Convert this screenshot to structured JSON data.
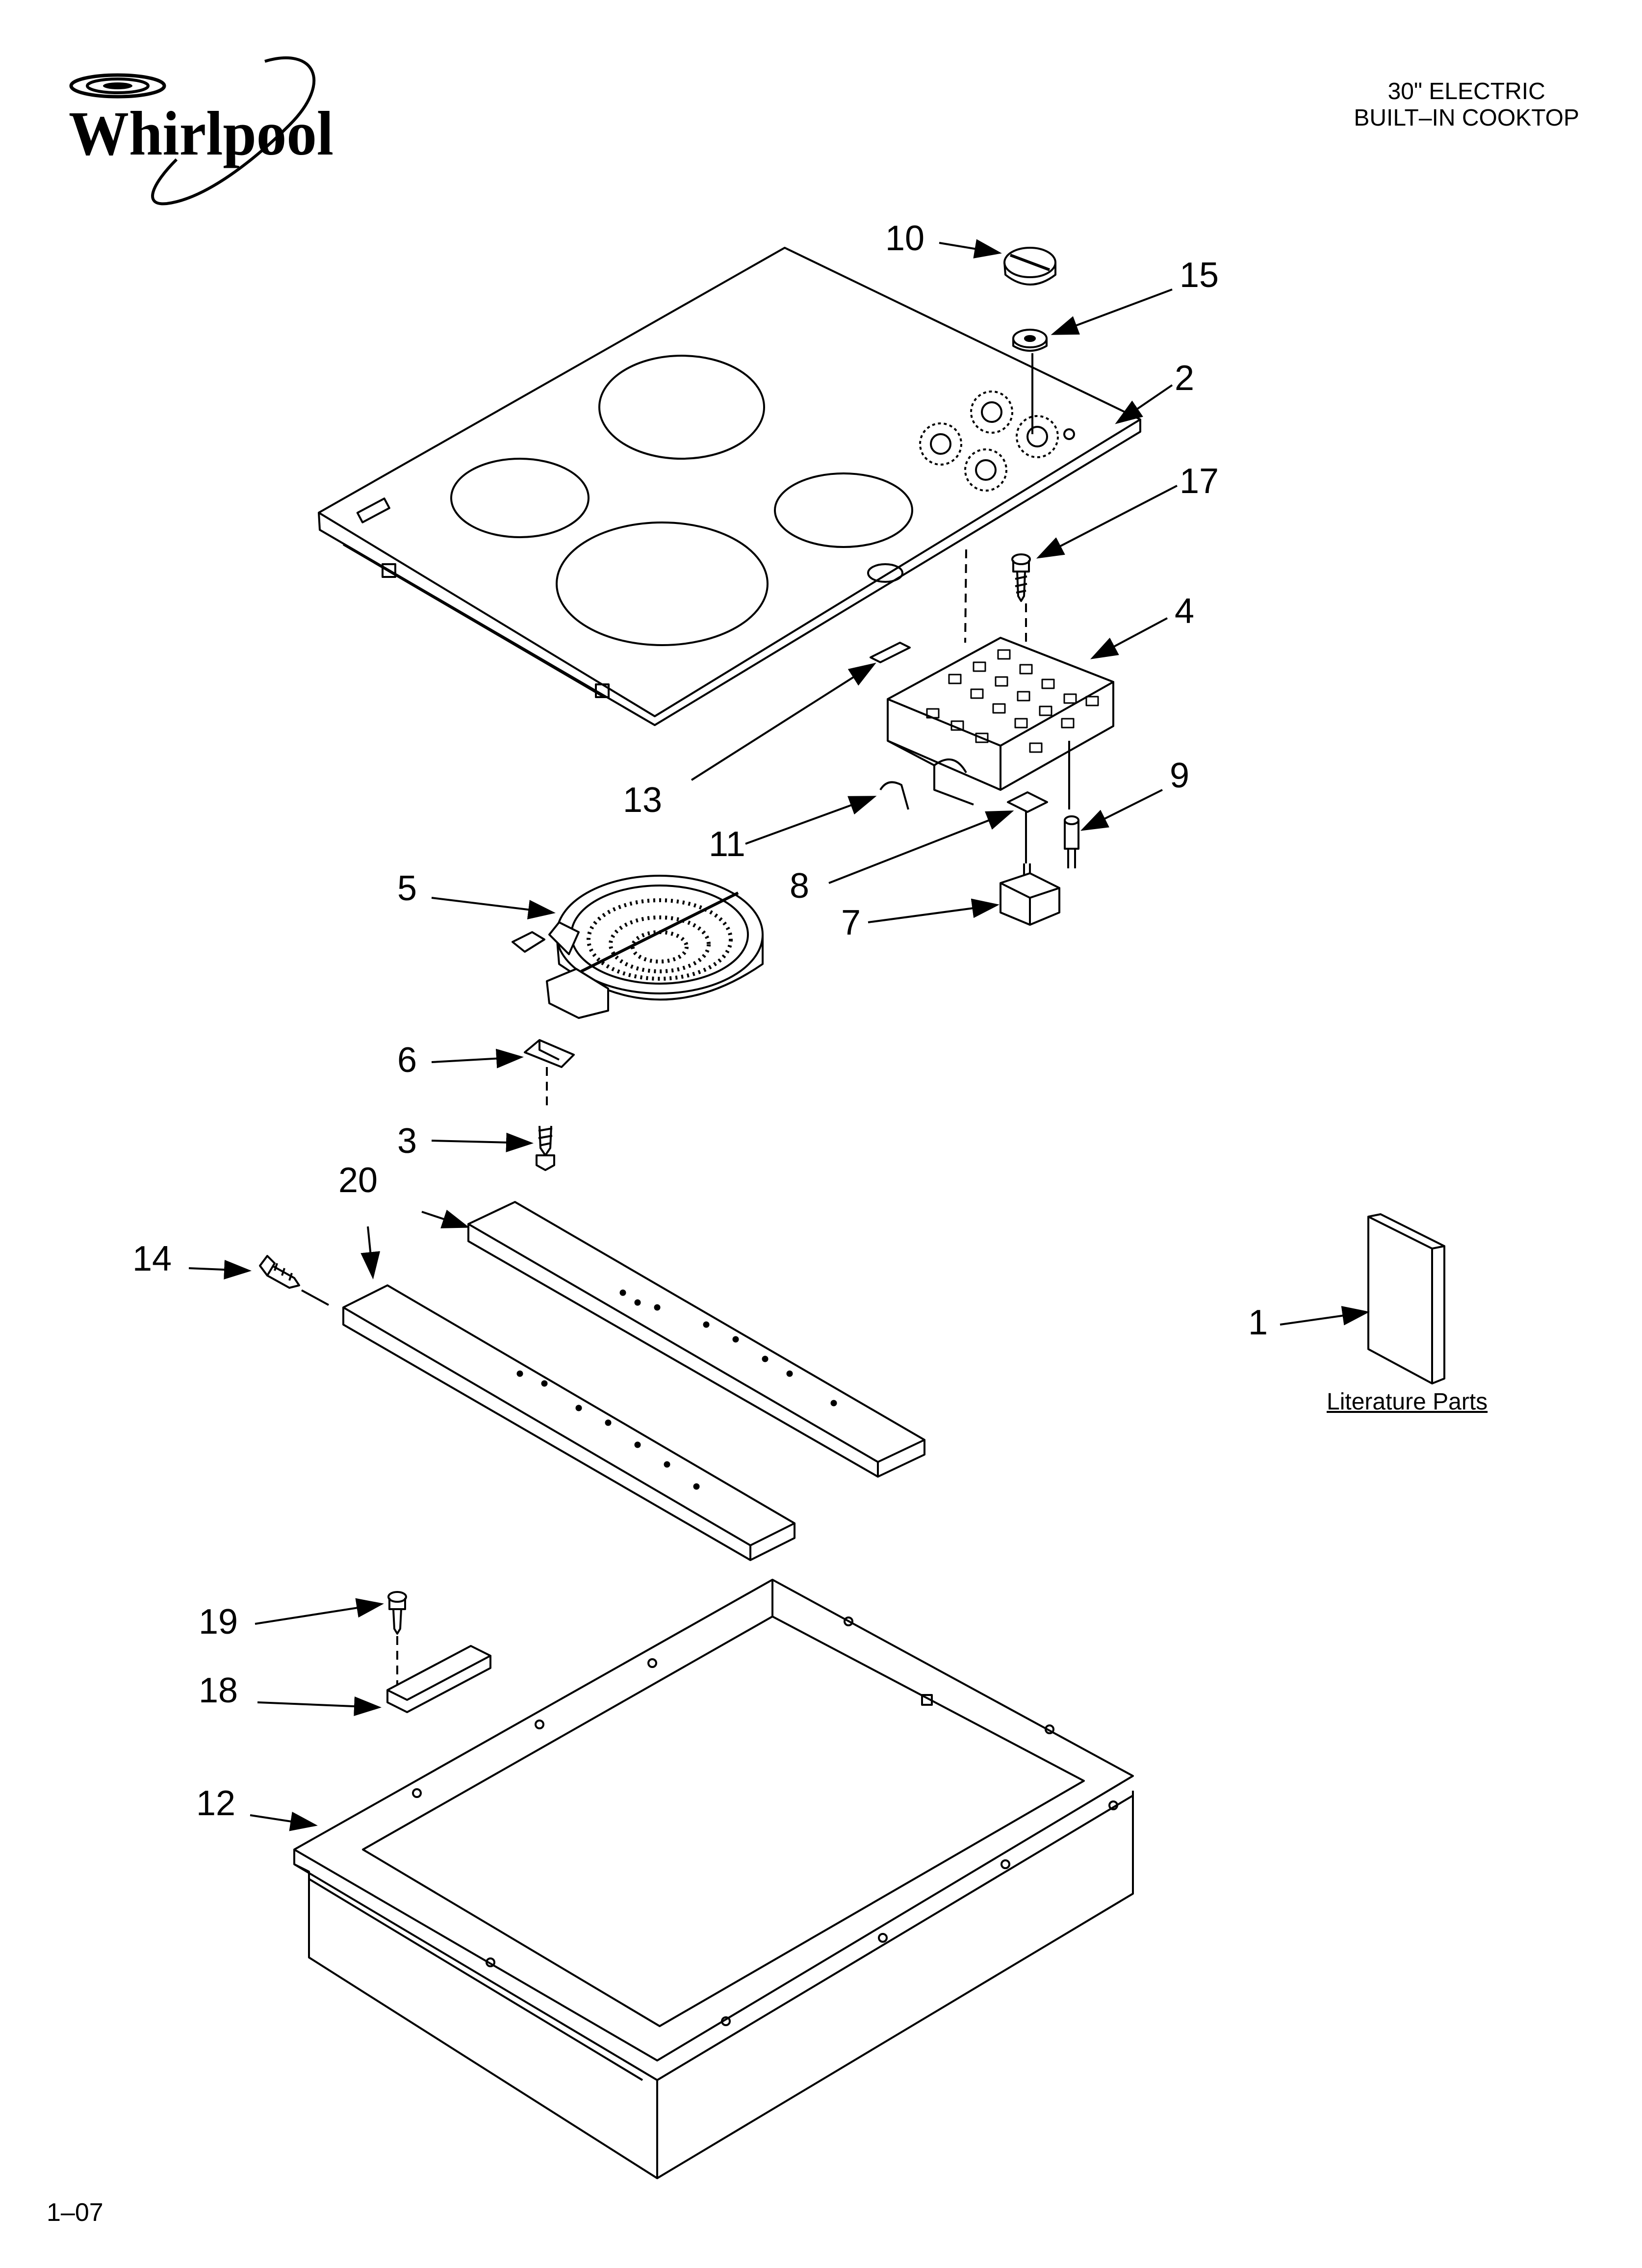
{
  "header": {
    "logo_text": "Whirlpool",
    "title_line1": "30\" ELECTRIC",
    "title_line2": "BUILT–IN COOKTOP"
  },
  "footer": {
    "code": "1–07"
  },
  "literature": {
    "label": "Literature Parts"
  },
  "callouts": {
    "c1": "1",
    "c2": "2",
    "c3": "3",
    "c4": "4",
    "c5": "5",
    "c6": "6",
    "c7": "7",
    "c8": "8",
    "c9": "9",
    "c10": "10",
    "c11": "11",
    "c12": "12",
    "c13": "13",
    "c14": "14",
    "c15": "15",
    "c17": "17",
    "c18": "18",
    "c19": "19",
    "c20": "20"
  }
}
